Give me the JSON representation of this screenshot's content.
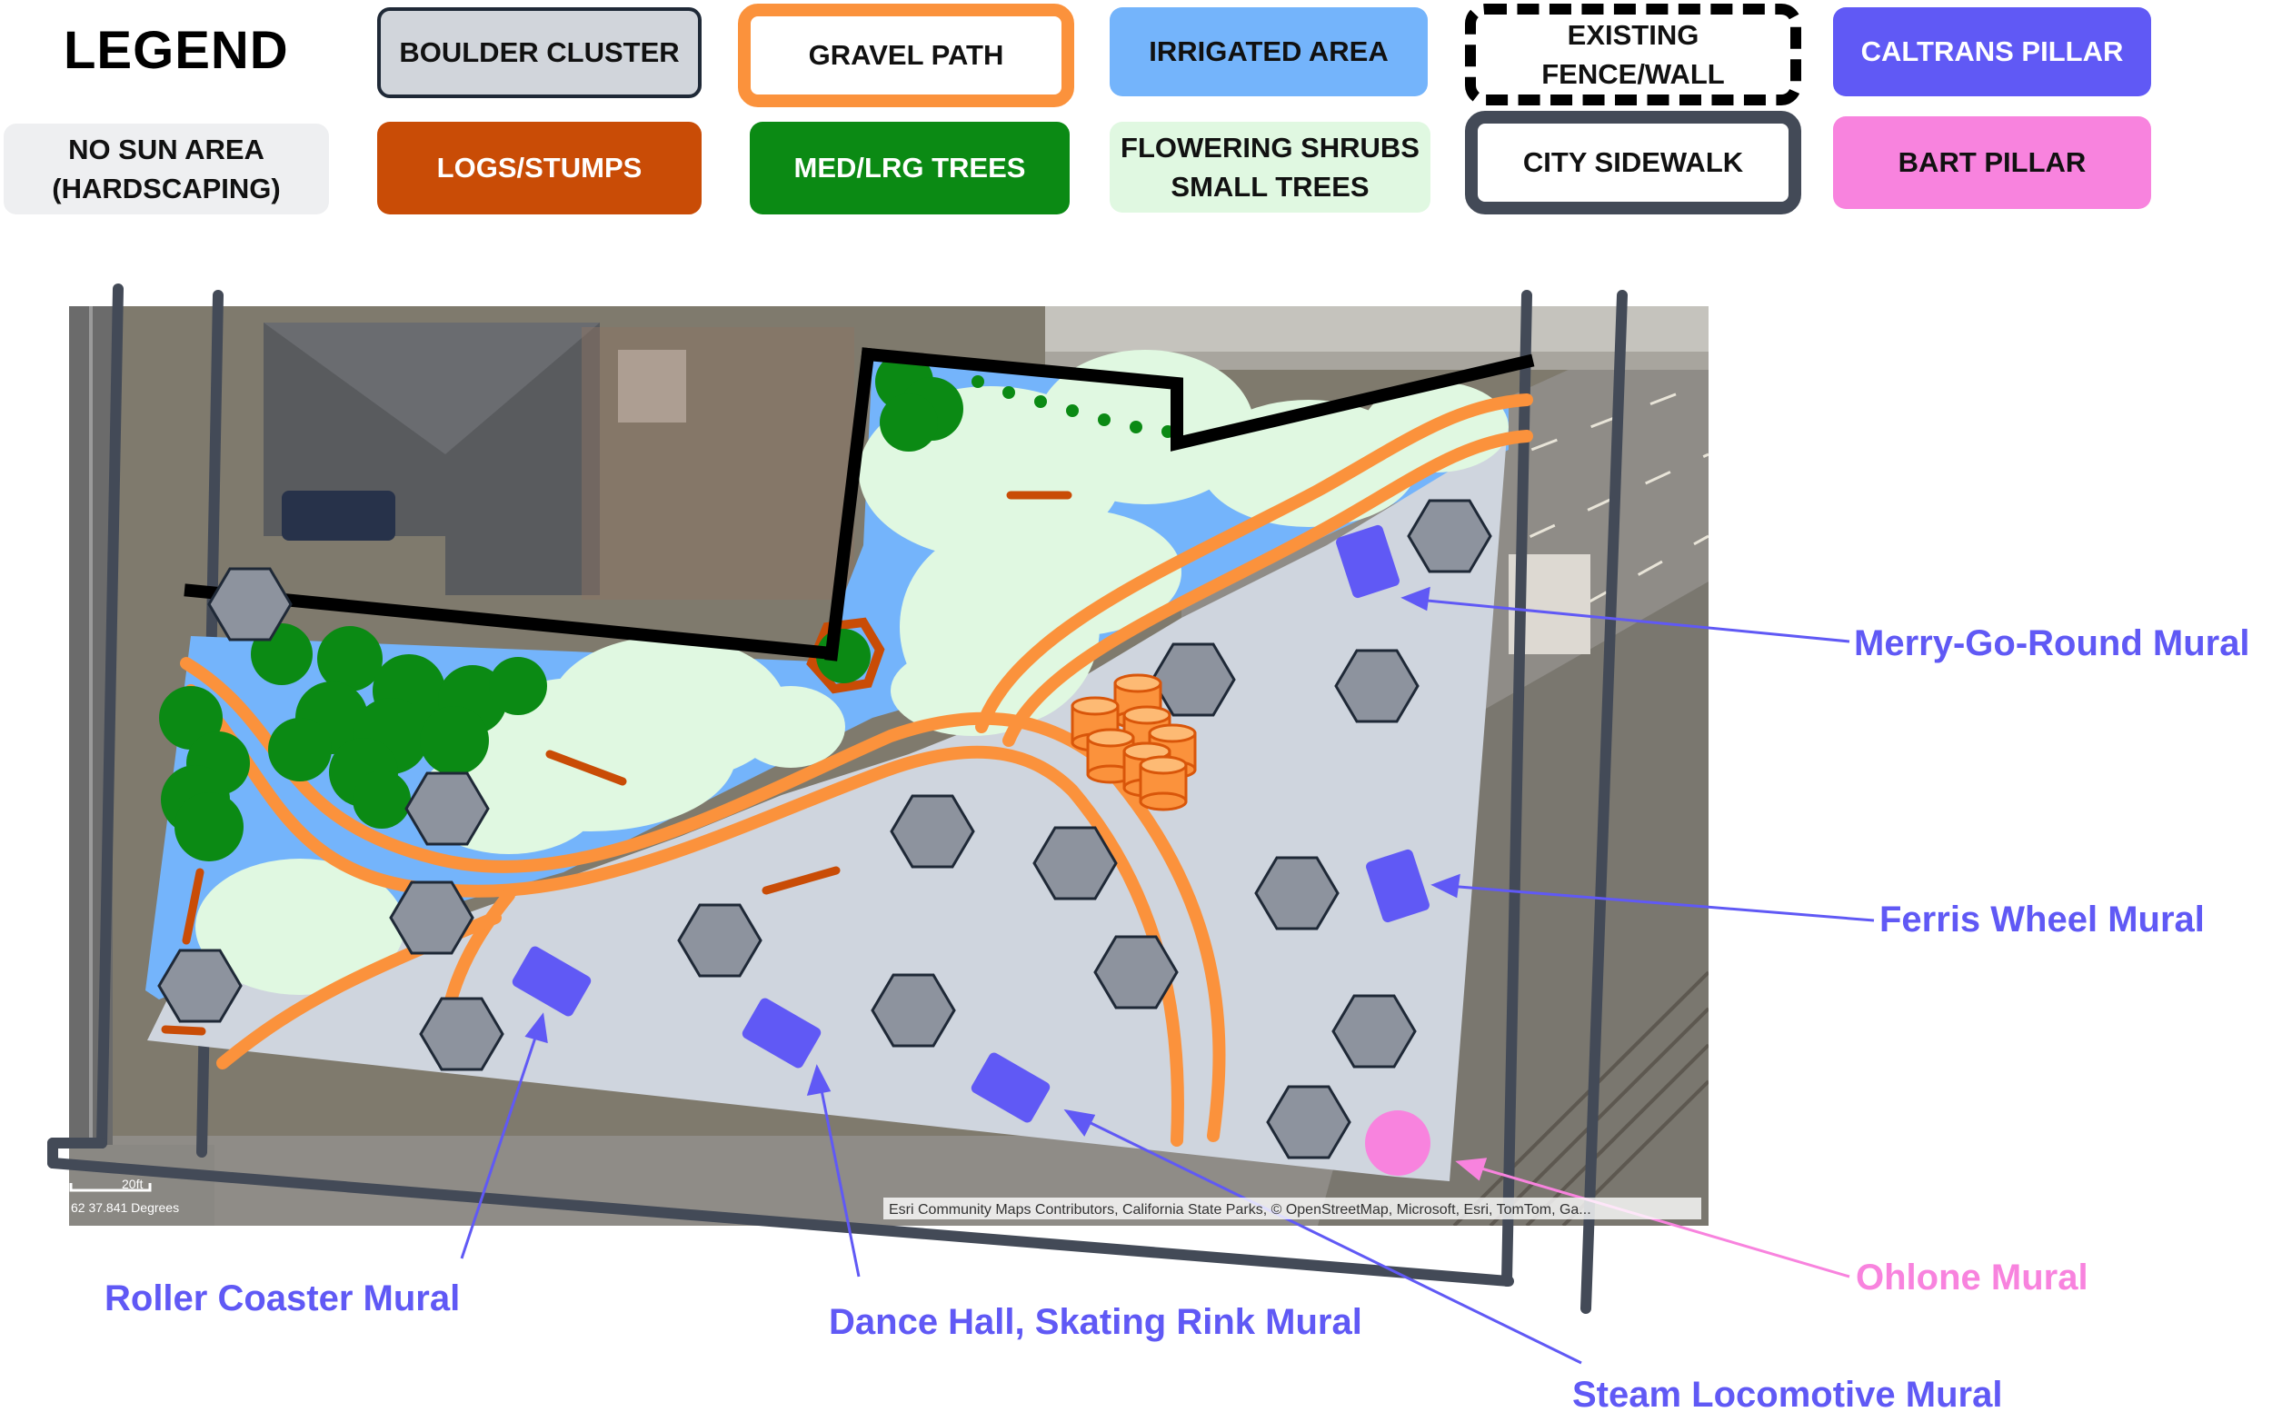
{
  "legend": {
    "title": "LEGEND",
    "items": [
      {
        "label": "BOULDER CLUSTER",
        "fill": "#d1d5db",
        "border": "#1f2937",
        "text": "#111111"
      },
      {
        "label": "GRAVEL PATH",
        "fill": "#ffffff",
        "border": "#fb923c",
        "text": "#111111"
      },
      {
        "label": "IRRIGATED AREA",
        "fill": "#74b4fb",
        "text": "#111111"
      },
      {
        "label": "EXISTING\nFENCE/WALL",
        "fill": "#ffffff",
        "border": "#000000",
        "text": "#111111"
      },
      {
        "label": "CALTRANS PILLAR",
        "fill": "#6059f5",
        "text": "#ffffff"
      },
      {
        "label": "NO SUN AREA\n(HARDSCAPING)",
        "fill": "#eeeff1",
        "text": "#111111"
      },
      {
        "label": "LOGS/STUMPS",
        "fill": "#c94c06",
        "text": "#ffffff"
      },
      {
        "label": "MED/LRG TREES",
        "fill": "#0b8a14",
        "text": "#ffffff"
      },
      {
        "label": "FLOWERING SHRUBS\nSMALL TREES",
        "fill": "#e0f8e1",
        "text": "#111111"
      },
      {
        "label": "CITY SIDEWALK",
        "fill": "#ffffff",
        "border": "#434a57",
        "text": "#111111"
      },
      {
        "label": "BART PILLAR",
        "fill": "#f883de",
        "text": "#111111"
      }
    ]
  },
  "map": {
    "scale_label": "20ft",
    "coordinate_readout": "62 37.841 Degrees",
    "attribution": "Esri Community Maps Contributors, California State Parks, © OpenStreetMap, Microsoft, Esri, TomTom, Ga..."
  },
  "murals": [
    {
      "label": "Merry-Go-Round Mural",
      "color": "#6059f5"
    },
    {
      "label": "Ferris Wheel Mural",
      "color": "#6059f5"
    },
    {
      "label": "Roller Coaster Mural",
      "color": "#6059f5"
    },
    {
      "label": "Dance Hall, Skating Rink Mural",
      "color": "#6059f5"
    },
    {
      "label": "Steam Locomotive Mural",
      "color": "#6059f5"
    },
    {
      "label": "Ohlone Mural",
      "color": "#f883de"
    }
  ]
}
